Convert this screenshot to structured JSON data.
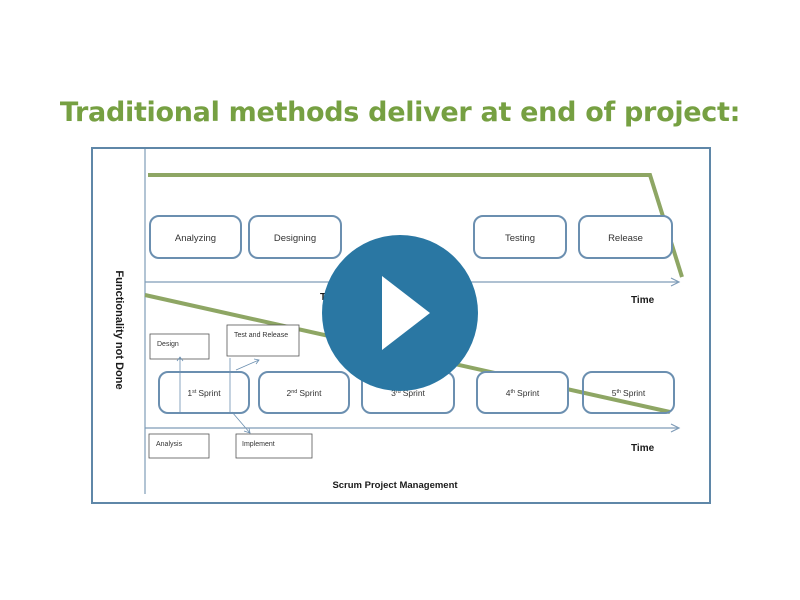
{
  "title": "Traditional methods deliver at end of project:",
  "diagram": {
    "y_axis_label": "Functionality not Done",
    "traditional": {
      "phases": [
        "Analyzing",
        "Designing",
        "Testing",
        "Release"
      ],
      "time_label": "Time",
      "occluded_label_fragment": "T"
    },
    "scrum": {
      "sprints": [
        {
          "number": "1",
          "suffix": "st",
          "word": "Sprint"
        },
        {
          "number": "2",
          "suffix": "nd",
          "word": "Sprint"
        },
        {
          "number": "3",
          "suffix": "rd",
          "word": "Sprint"
        },
        {
          "number": "4",
          "suffix": "th",
          "word": "Sprint"
        },
        {
          "number": "5",
          "suffix": "th",
          "word": "Sprint"
        }
      ],
      "activities": {
        "design": "Design",
        "test_release": "Test and Release",
        "analysis": "Analysis",
        "implement": "Implement"
      },
      "time_label": "Time",
      "caption": "Scrum Project Management"
    },
    "colors": {
      "trend_line": "#8ea664",
      "box_border": "#6b8fb0",
      "axis": "#7f9cb8",
      "frame": "#5f87a8"
    }
  },
  "video": {
    "play_icon": "play-icon",
    "button_color": "#2a77a3"
  }
}
